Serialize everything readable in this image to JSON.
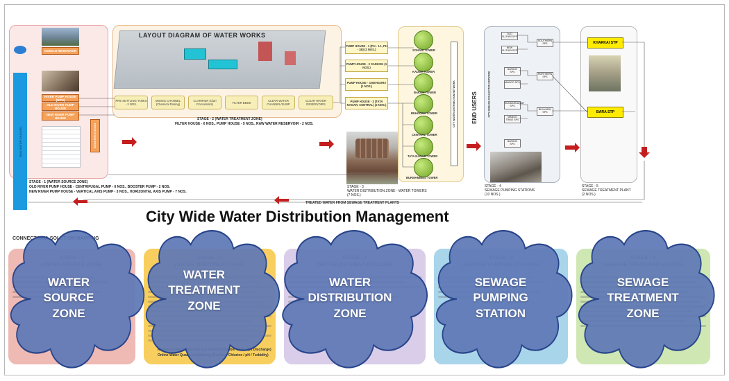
{
  "main_title": "City Wide Water Distribution Management",
  "diagram": {
    "layout_title": "LAYOUT DIAGRAM OF WATER WORKS",
    "source_boxes": [
      "GOMAJI RESERVOIR",
      "RIVER PUMP HOUSE (NPH)",
      "OLD RIVER PUMP HOUSE",
      "NEW RIVER PUMP HOUSE"
    ],
    "treatment_steps": [
      "PRE SETTLING TANKS - 2 NOS.",
      "MIXING CHANNEL (Chemical Dosing)",
      "CLARIFIER (Clari Flocculators)",
      "FILTER BEDS",
      "CLEAR WATER CHANNEL/SUMP",
      "CLEAR WATER RESERVOIRS"
    ],
    "pump_houses": [
      "PUMP HOUSE - 1 (PH - 1A, PH - 1B) (2 NOS.)",
      "PUMP HOUSE - 2 SADKOH (1 NOS.)",
      "PUMP HOUSE - 4 BEHGORA (1 NOS.)",
      "PUMP HOUSE - 3 (TATA NAGAR, CENTRAL) (2 NOS.)"
    ],
    "towers": [
      "SONARI TOWER",
      "KADMA TOWER",
      "BAKOH TOWER",
      "BEHGORA TOWER",
      "CENTRAL TOWER",
      "TATA NAGAR TOWER",
      "BURMAMINES TOWER"
    ],
    "network_label": "CITY WATER DISTRIBUTION NETWORK",
    "end_users": "END USERS",
    "sewage_network_label": "CITY SEWAGE COLLECTION NETWORK",
    "sps_left": [
      "OLD SLITHRI SPS",
      "NEW SLITHRI SPS",
      "BARIDIH SPS",
      "MANGO SPS",
      "SUNDARNAGAR SPS",
      "MANGO TRIBE SPS",
      "BARIDIH SPS"
    ],
    "sps_right": [
      "SOUTHERN SPS",
      "NORTHERN SPS",
      "BHUYADIH SPS"
    ],
    "stps": [
      "KHARKAI STP",
      "BARA STP"
    ],
    "stage1_caption": "STAGE - 1 (WATER SOURCE ZONE)",
    "stage1_line1": "OLD RIVER PUMP HOUSE - CENTRIFUGAL PUMP - 6 NOS., BOOSTER PUMP - 2 NOS.",
    "stage1_line2": "NEW RIVER PUMP HOUSE - VERTICAL AXIS PUMP - 3 NOS., HORIZONTAL AXIS PUMP - 7 NOS.",
    "stage2_caption": "STAGE - 2 (WATER TREATMENT ZONE)",
    "stage2_line": "FILTER HOUSE - 6 NOS., PUMP HOUSE - 5 NOS., RAW WATER RESERVOIR - 2 NOS.",
    "stage3_caption": "STAGE - 3",
    "stage3_line1": "WATER DISTRIBUTION ZONE - WATER TOWERS",
    "stage3_line2": "(7 NOS.)",
    "stage4_caption": "STAGE - 4",
    "stage4_line1": "SEWAGE PUMPING STATIONS",
    "stage4_line2": "(10 NOS.)",
    "stage5_caption": "STAGE - 5",
    "stage5_line1": "SEWAGE TREATMENT PLANT",
    "stage5_line2": "(2 NOS.)",
    "return_label": "TREATED WATER FROM SEWAGE TREATMENT PLANTS",
    "raw_water_label": "RAW WATER CHANNEL",
    "booster_label": "BOOSTER STATION"
  },
  "mapping_label": "CONNECTGAIA SOLUTION MAPPING",
  "zones": [
    {
      "stage": "STAGE - 1",
      "subtitle": "(WATER SOURCE ZONE)",
      "lines": [
        "WATER",
        "SOURCE",
        "ZONE"
      ],
      "bg": "#efb9b4"
    },
    {
      "stage": "STAGE - 2",
      "subtitle": "(WATER TREATMENT ZONE)",
      "lines": [
        "WATER",
        "TREATMENT",
        "ZONE"
      ],
      "bg": "#f8cf5e"
    },
    {
      "stage": "STAGE - 3",
      "subtitle": "(WATER DISTRIBUTION ZONE)",
      "lines": [
        "WATER",
        "DISTRIBUTION",
        "ZONE"
      ],
      "bg": "#d9cde9"
    },
    {
      "stage": "STAGE - 4",
      "subtitle": "(SEWAGE PUMPING STATIONS)",
      "lines": [
        "SEWAGE",
        "PUMPING",
        "STATION"
      ],
      "bg": "#a9d5ea"
    },
    {
      "stage": "STAGE - 5",
      "subtitle": "(SEWAGE TREATMENT PLANTS)",
      "lines": [
        "SEWAGE",
        "TREATMENT",
        "ZONE"
      ],
      "bg": "#cfe7b3"
    }
  ],
  "stage2_card_notes": [
    "Remote Pump Monitoring and Control (Number of Pumps Discharge)",
    "Online Water Quality monitoring (Residual Chlorine / pH / Turbidity)"
  ],
  "colors": {
    "cloud_fill": "#5f78b6",
    "cloud_stroke": "#29458b",
    "arrow_red": "#c41e1e",
    "accent_blue": "#1b9ae0"
  }
}
